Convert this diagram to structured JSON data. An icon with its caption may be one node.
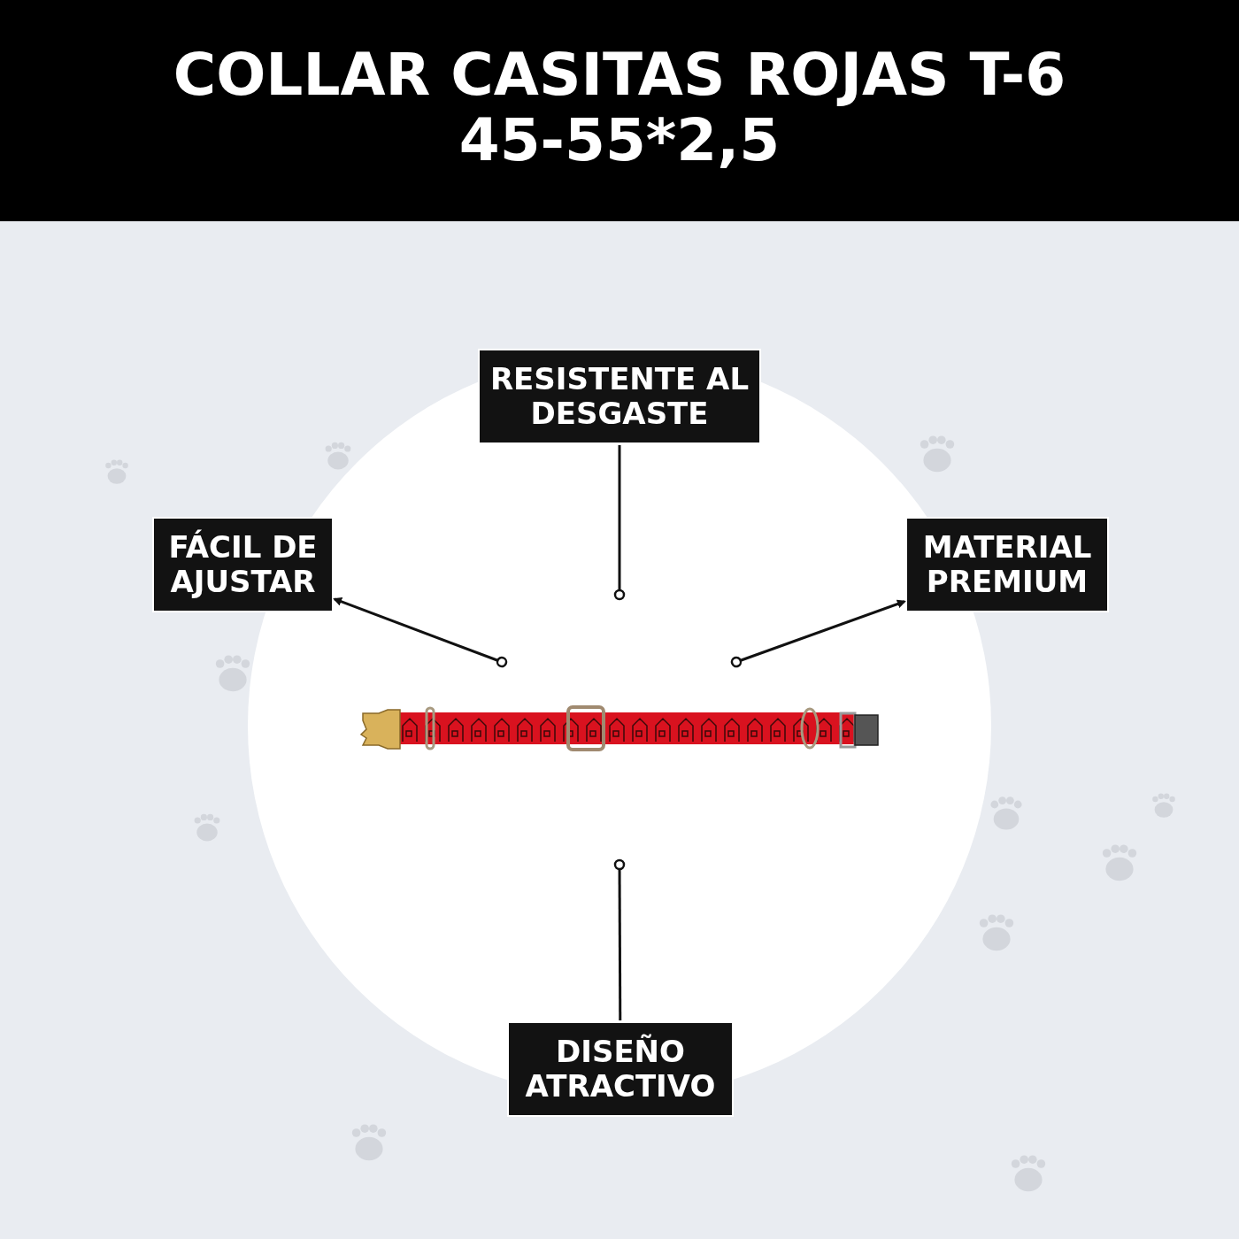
{
  "diagram": {
    "title": "COLLAR CASITAS ROJAS T-6 45-55*2,5",
    "nodes": [
      {
        "text": [
          "RESISTENTE AL DESGASTE"
        ]
      },
      {
        "text": [
          "FÁCIL DE AJUSTAR"
        ]
      },
      {
        "text": [
          "MATERIAL PREMIUM"
        ]
      },
      {
        "text": [
          "DISEÑO ATRACTIVO"
        ]
      }
    ],
    "edges": [
      {
        "from": null,
        "to": 0,
        "arrow": "other"
      },
      {
        "from": null,
        "to": 1,
        "arrow": "to"
      },
      {
        "from": null,
        "to": 2,
        "arrow": "to"
      },
      {
        "from": null,
        "to": 3,
        "arrow": "other"
      }
    ]
  }
}
